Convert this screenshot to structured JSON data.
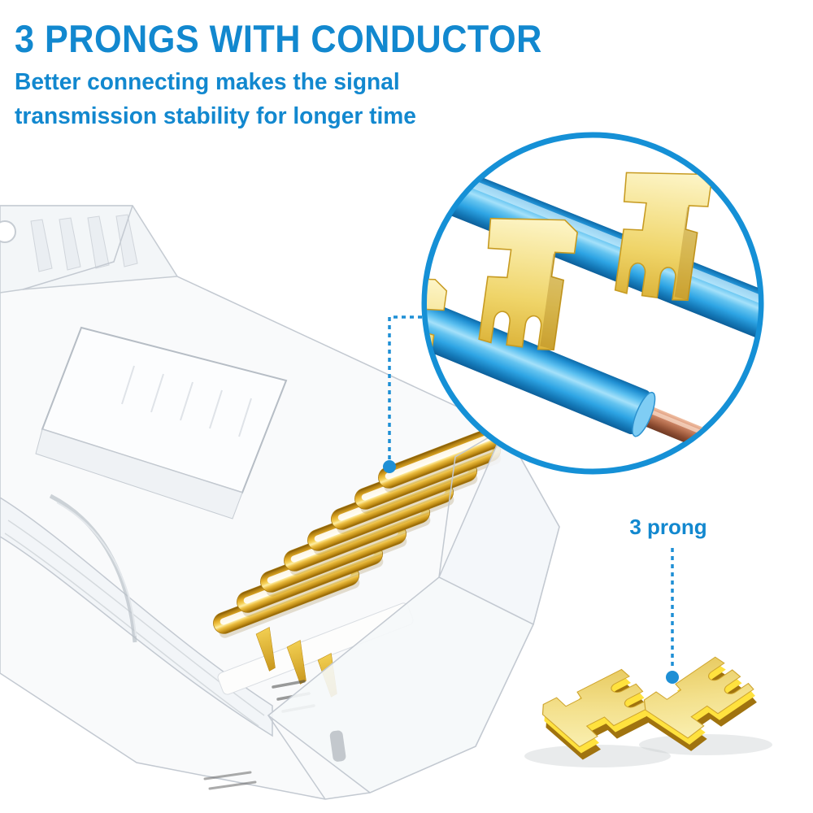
{
  "header": {
    "title": "3 PRONGS WITH CONDUCTOR",
    "subtitle_line1": "Better connecting makes the signal",
    "subtitle_line2": "transmission stability for longer time"
  },
  "callouts": {
    "prong_label": "3 prong"
  },
  "colors": {
    "accent": "#1288cf",
    "leader": "#1e8fd5",
    "circle_border": "#1590d6",
    "cable_blue": "#2fa6e8",
    "gold": "#e8b32a",
    "copper": "#b5765a"
  }
}
